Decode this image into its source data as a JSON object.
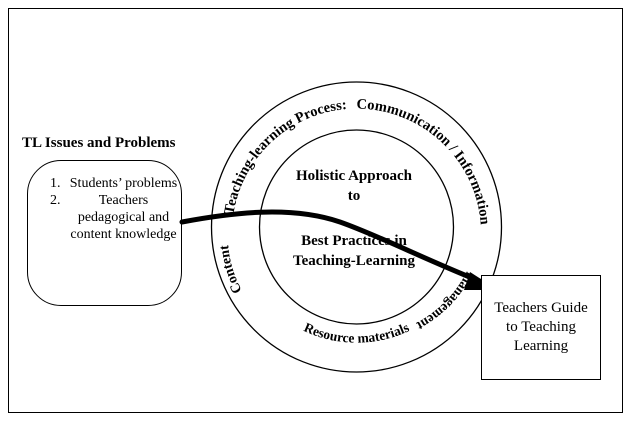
{
  "issues": {
    "title": "TL Issues and Problems",
    "items": [
      {
        "number": "1.",
        "text": "Students’ problems"
      },
      {
        "number": "2.",
        "text": "Teachers pedagogical and content knowledge"
      }
    ]
  },
  "center": {
    "top_text": "Holistic Approach to",
    "bottom_text": "Best Practices in Teaching-Learning"
  },
  "ring_labels": {
    "process": "Teaching-learning Process:",
    "communication": "Communication / Information",
    "management": "management",
    "content": "Content",
    "resource": "Resource materials"
  },
  "output": {
    "text": "Teachers Guide to Teaching Learning"
  }
}
